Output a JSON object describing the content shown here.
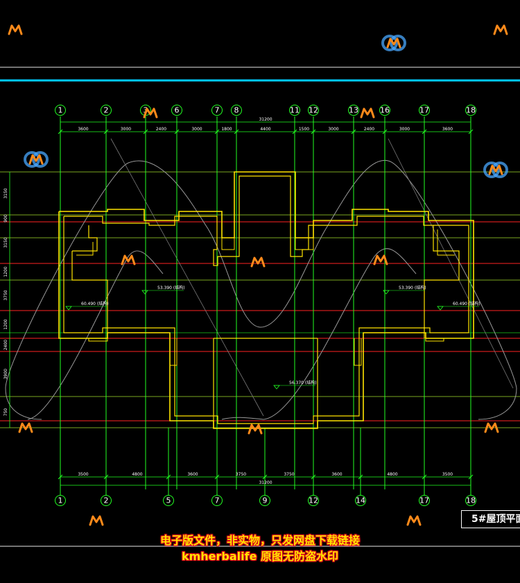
{
  "drawing": {
    "title": "5#屋顶平面",
    "colors": {
      "background": "#000000",
      "axis_line": "#22ff22",
      "grid_line": "#ff2222",
      "wall": "#ffe400",
      "frame_line": "#00ccff",
      "watermark": "#ff8a1a"
    },
    "top_axes": [
      "1",
      "2",
      "3",
      "6",
      "7",
      "8",
      "11",
      "12",
      "13",
      "16",
      "17",
      "18"
    ],
    "bottom_axes": [
      "1",
      "2",
      "5",
      "7",
      "9",
      "12",
      "14",
      "17",
      "18"
    ],
    "top_dims": [
      "3600",
      "3000",
      "2400",
      "3000",
      "1800",
      "4400",
      "1500",
      "3000",
      "2400",
      "3000",
      "3600"
    ],
    "top_total": "31200",
    "bottom_dims": [
      "3500",
      "4800",
      "3600",
      "3750",
      "3750",
      "3600",
      "4800",
      "3500"
    ],
    "bottom_total": "31200",
    "left_dims": [
      "3150",
      "900",
      "3150",
      "1200",
      "3750",
      "1200",
      "2400",
      "3900",
      "750"
    ],
    "elevations": [
      "53.390 (结构)",
      "60.490 (结构)",
      "53.390 (结构)",
      "60.490 (结构)",
      "56.370 (结构)"
    ],
    "watermark_icon": "m-logo-icon"
  },
  "banner": {
    "line1": "电子版文件，非实物，只发网盘下载链接",
    "line2": "kmherbalife 原图无防盗水印"
  }
}
